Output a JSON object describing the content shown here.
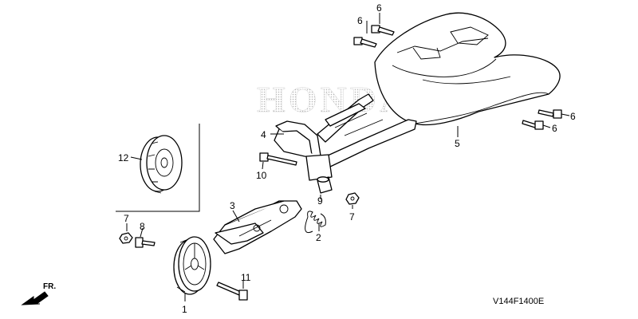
{
  "watermark": {
    "brand": "HONDA"
  },
  "diagram_code": "V144F1400E",
  "direction_indicator": {
    "label": "FR."
  },
  "callouts": {
    "p1": "1",
    "p2": "2",
    "p3": "3",
    "p4": "4",
    "p5": "5",
    "p6a": "6",
    "p6b": "6",
    "p6c": "6",
    "p6d": "6",
    "p7a": "7",
    "p7b": "7",
    "p8": "8",
    "p9": "9",
    "p10": "10",
    "p11": "11",
    "p12": "12"
  },
  "colors": {
    "line": "#000000",
    "watermark_dots": "#b5b5b5",
    "background": "#ffffff"
  }
}
